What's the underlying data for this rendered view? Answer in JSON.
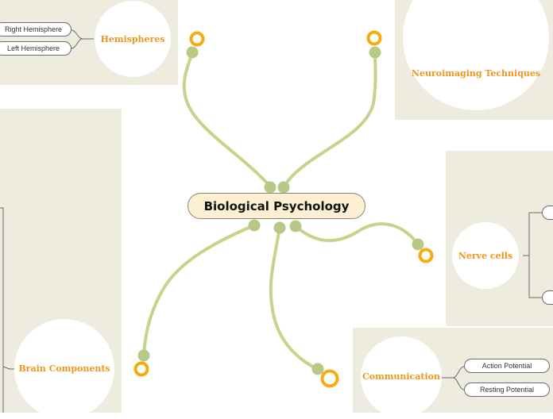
{
  "central_topic": "Biological Psychology",
  "branches": {
    "hemispheres": {
      "title": "Hemispheres",
      "children": [
        "Right Hemisphere",
        "Left Hemisphere"
      ]
    },
    "neuroimaging": {
      "title": "Neuroimaging Techniques"
    },
    "nerve_cells": {
      "title": "Nerve cells",
      "children": [
        "",
        ""
      ]
    },
    "brain_components": {
      "title": "Brain Components"
    },
    "communication": {
      "title": "Communication",
      "children": [
        "Action Potential",
        "Resting Potential"
      ]
    }
  },
  "colors": {
    "panel_bg": "#eeebdf",
    "connector": "#c4d48a",
    "handle_dot": "#b7c986",
    "handle_ring": "#f4ac12",
    "topic_text": "#f0961c",
    "central_bg": "#fdf0d2"
  }
}
